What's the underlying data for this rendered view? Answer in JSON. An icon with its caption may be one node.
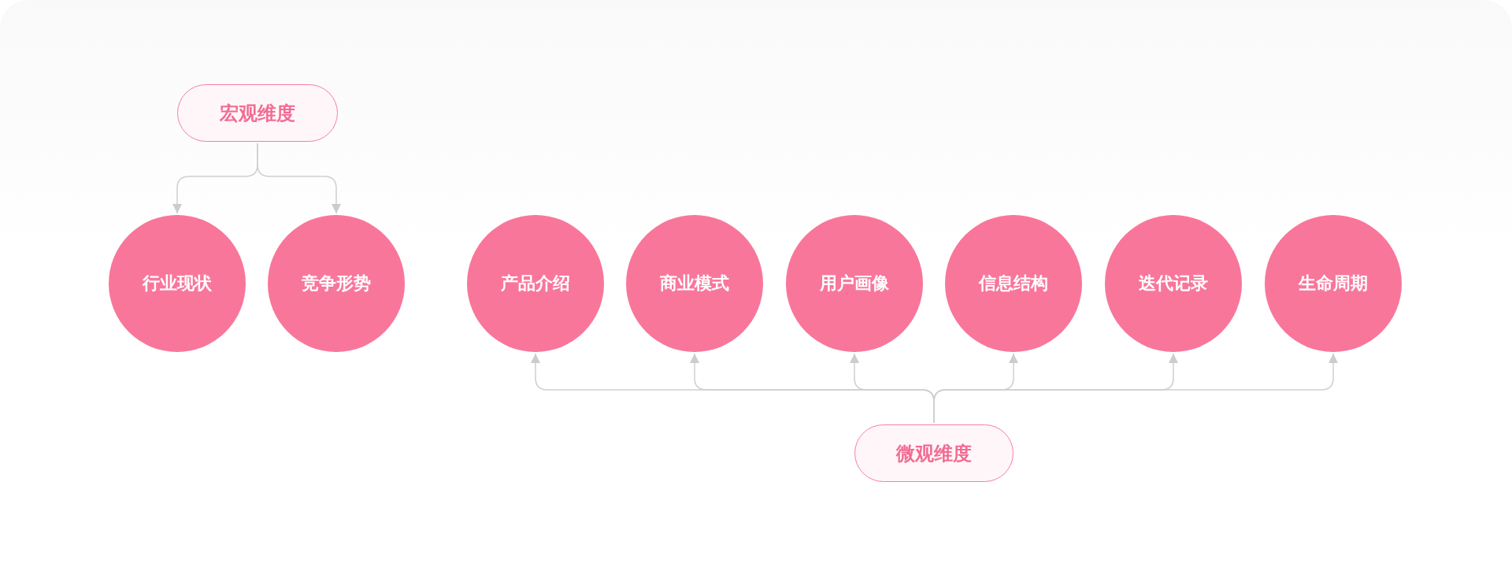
{
  "diagram": {
    "nodes": [
      {
        "text": [
          "宏观维度"
        ]
      },
      {
        "text": [
          "行业现状"
        ]
      },
      {
        "text": [
          "竞争形势"
        ]
      },
      {
        "text": [
          "产品介绍"
        ]
      },
      {
        "text": [
          "商业模式"
        ]
      },
      {
        "text": [
          "用户画像"
        ]
      },
      {
        "text": [
          "信息结构"
        ]
      },
      {
        "text": [
          "迭代记录"
        ]
      },
      {
        "text": [
          "生命周期"
        ]
      },
      {
        "text": [
          "微观维度"
        ]
      }
    ],
    "edges": [
      {
        "from": 0,
        "to": 1,
        "arrow": "to"
      },
      {
        "from": 0,
        "to": 2,
        "arrow": "to"
      },
      {
        "from": 9,
        "to": 3,
        "arrow": "to"
      },
      {
        "from": 9,
        "to": 4,
        "arrow": "to"
      },
      {
        "from": 9,
        "to": 5,
        "arrow": "to"
      },
      {
        "from": 9,
        "to": 6,
        "arrow": "to"
      },
      {
        "from": 9,
        "to": 7,
        "arrow": "to"
      },
      {
        "from": 9,
        "to": 8,
        "arrow": "to"
      }
    ]
  }
}
